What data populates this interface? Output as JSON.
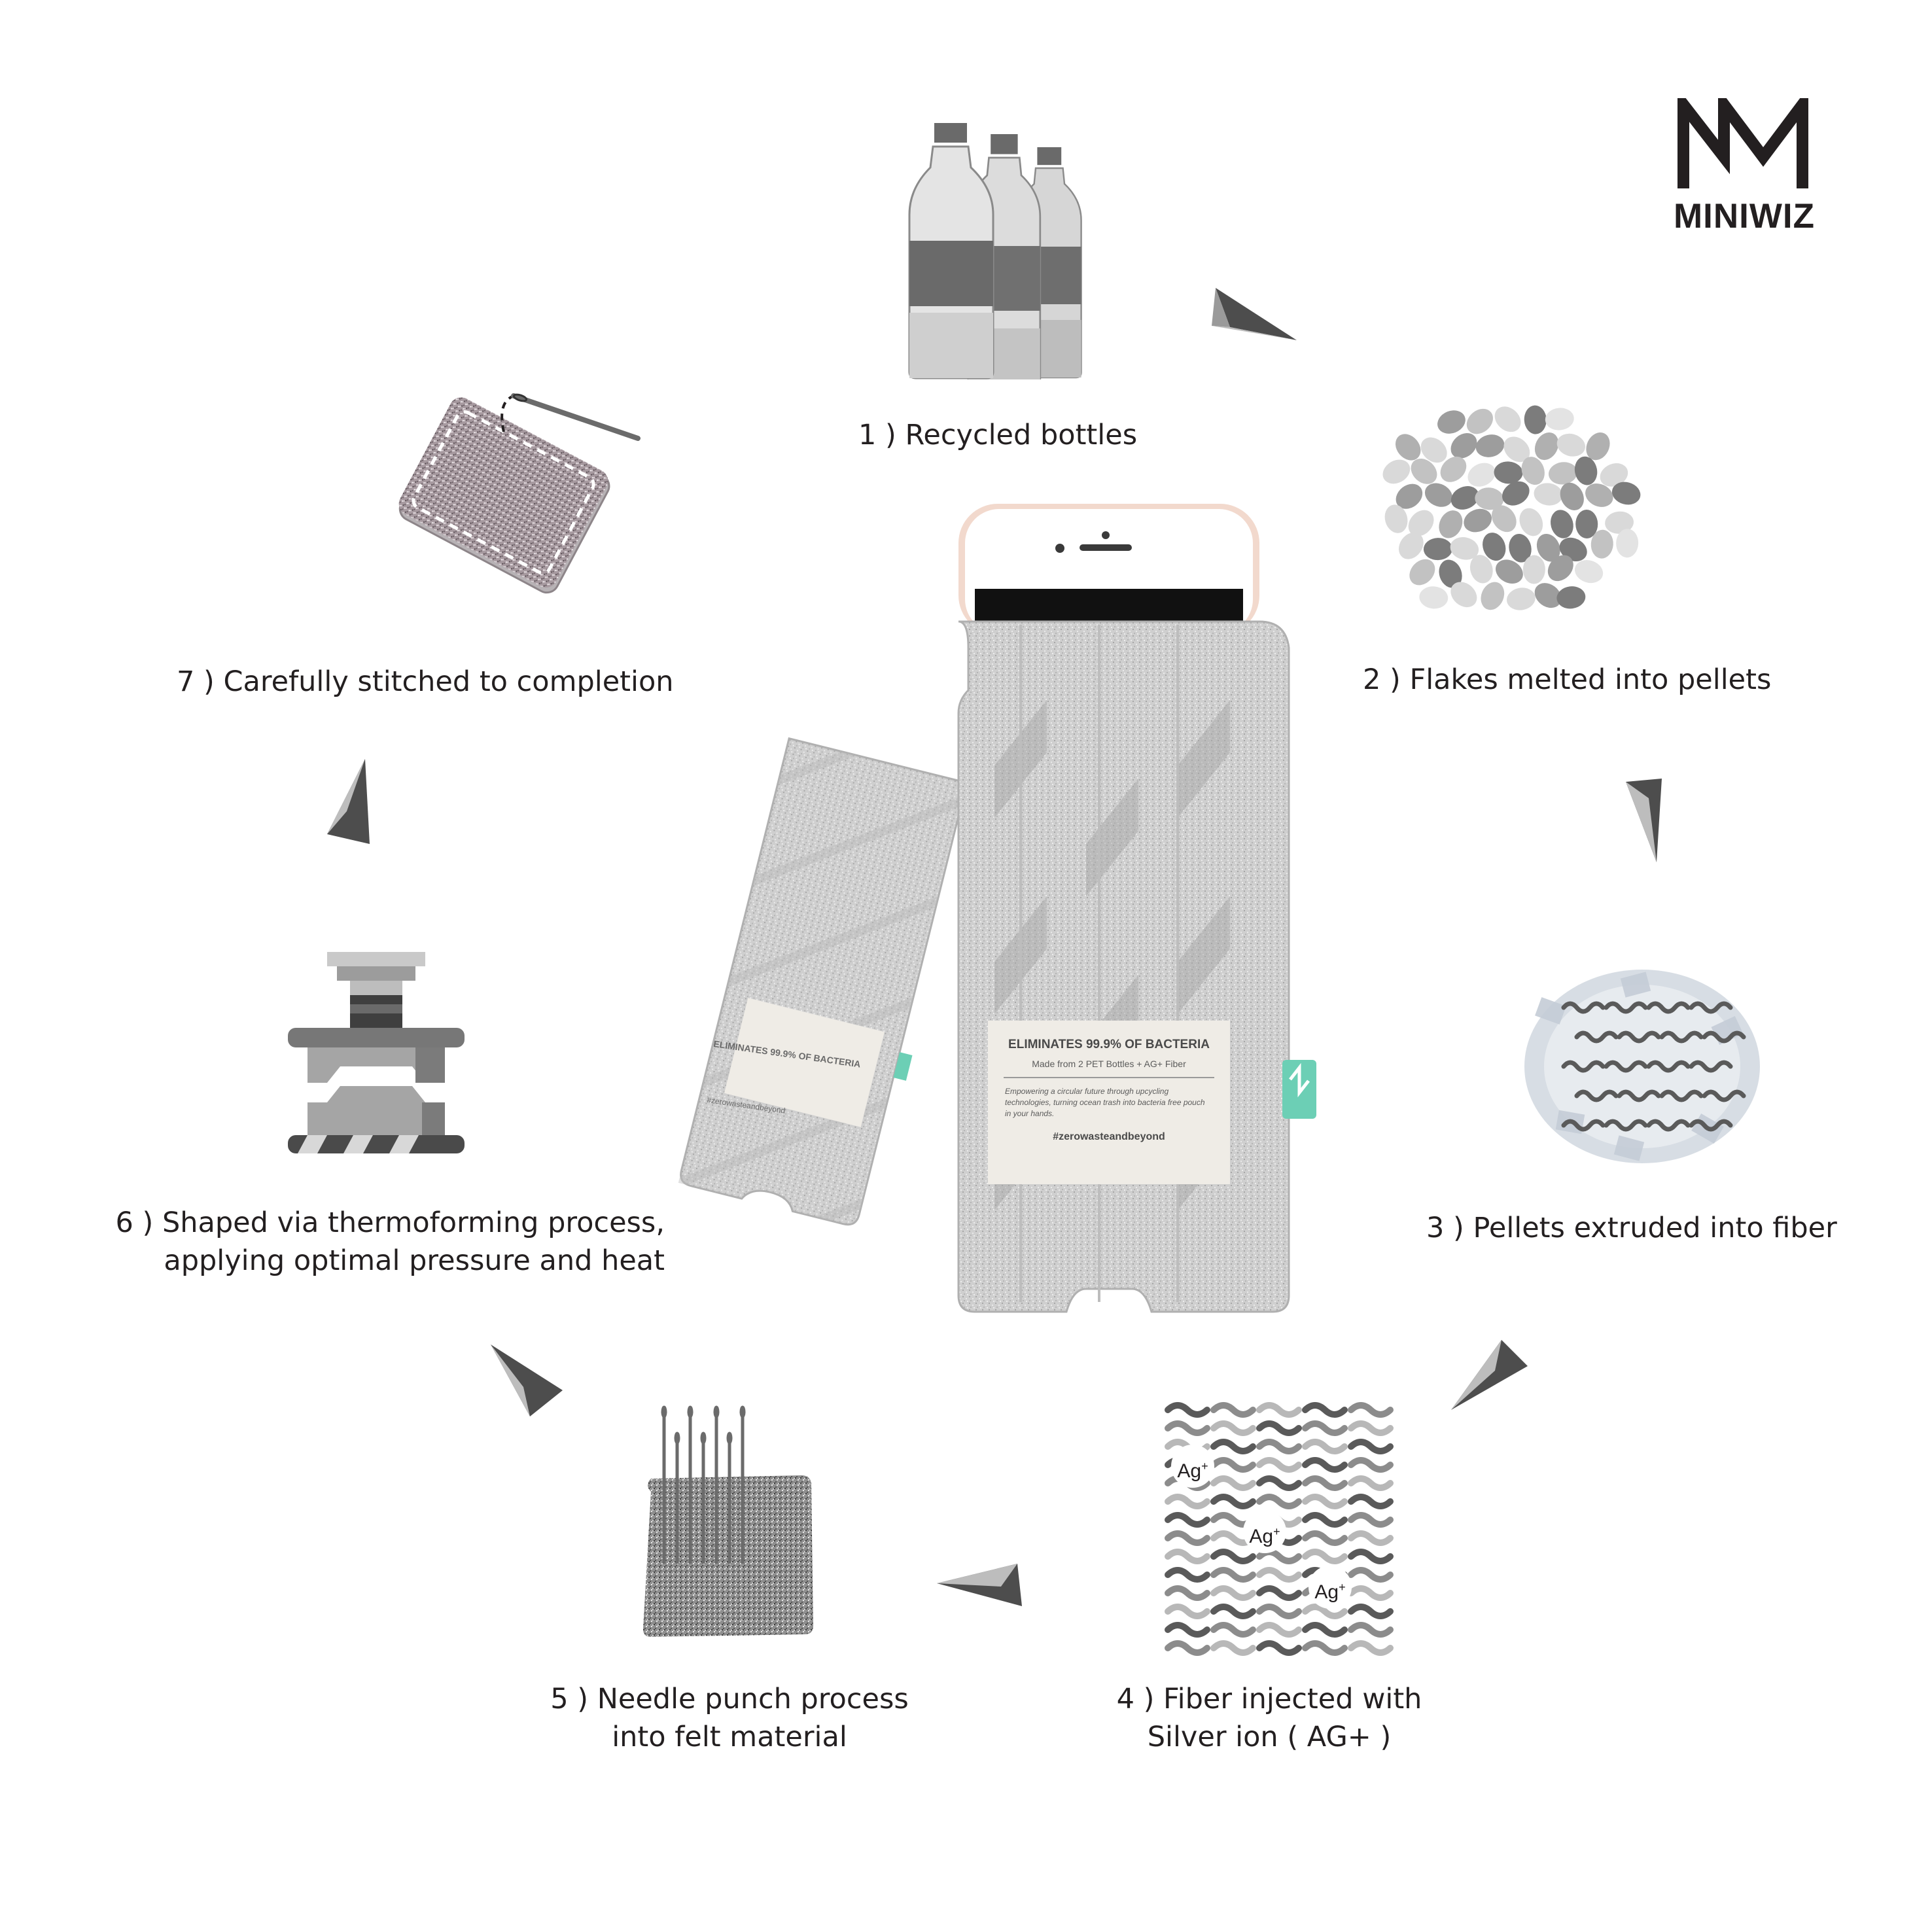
{
  "logo": {
    "text": "MINIWIZ"
  },
  "steps": [
    {
      "id": 1,
      "label": "1 ) Recycled bottles"
    },
    {
      "id": 2,
      "label": "2 ) Flakes melted into pellets"
    },
    {
      "id": 3,
      "label": "3 ) Pellets extruded into fiber"
    },
    {
      "id": 4,
      "label_line1": "4 ) Fiber injected with",
      "label_line2": "Silver ion ( AG+ )"
    },
    {
      "id": 5,
      "label_line1": "5 ) Needle punch process",
      "label_line2": "into felt material"
    },
    {
      "id": 6,
      "label_line1": "6 ) Shaped via thermoforming process,",
      "label_line2": "applying optimal pressure and heat"
    },
    {
      "id": 7,
      "label": "7 ) Carefully stitched to completion"
    }
  ],
  "ion_label": "Ag",
  "product_tag": {
    "headline": "ELIMINATES 99.9% OF BACTERIA",
    "subline": "Made from 2 PET Bottles + AG+ Fiber",
    "body": "Empowering a circular future through upcycling technologies, turning ocean trash into bacteria free pouch in your hands.",
    "hashtag": "#zerowasteandbeyond"
  },
  "colors": {
    "accent_teal": "#6ccfb5",
    "felt_gray": "#c9c9c9",
    "text": "#231f20"
  }
}
